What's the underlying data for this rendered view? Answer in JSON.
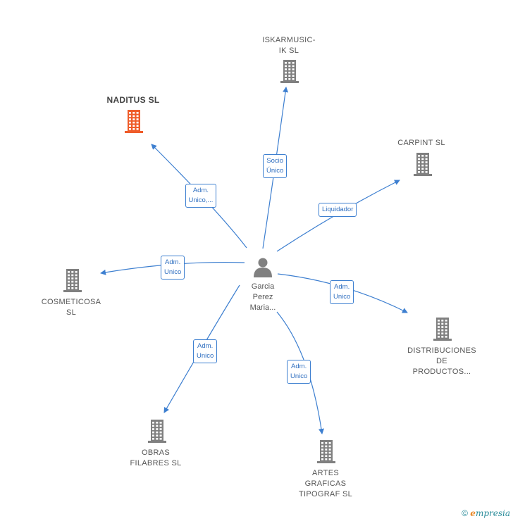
{
  "colors": {
    "edge": "#3d7fd0",
    "building": "#808080",
    "building_highlight": "#ef5c2a",
    "person": "#808080"
  },
  "person": {
    "icon": "person-icon",
    "label": "Garcia\nPerez\nMaria..."
  },
  "companies": [
    {
      "id": "naditus",
      "label": "NADITUS  SL",
      "icon": "building-icon",
      "highlight": true
    },
    {
      "id": "iskarmusic",
      "label": "ISKARMUSIC-\nIK  SL",
      "icon": "building-icon",
      "highlight": false
    },
    {
      "id": "carpint",
      "label": "CARPINT  SL",
      "icon": "building-icon",
      "highlight": false
    },
    {
      "id": "cosmeticosa",
      "label": "COSMETICOSA\nSL",
      "icon": "building-icon",
      "highlight": false
    },
    {
      "id": "distribuciones",
      "label": "DISTRIBUCIONES\nDE\nPRODUCTOS...",
      "icon": "building-icon",
      "highlight": false
    },
    {
      "id": "obras",
      "label": "OBRAS\nFILABRES  SL",
      "icon": "building-icon",
      "highlight": false
    },
    {
      "id": "artes",
      "label": "ARTES\nGRAFICAS\nTIPOGRAF SL",
      "icon": "building-icon",
      "highlight": false
    }
  ],
  "relations": [
    {
      "to": "naditus",
      "label": "Adm.\nUnico,..."
    },
    {
      "to": "iskarmusic",
      "label": "Socio\nÚnico"
    },
    {
      "to": "carpint",
      "label": "Liquidador"
    },
    {
      "to": "cosmeticosa",
      "label": "Adm.\nUnico"
    },
    {
      "to": "distribuciones",
      "label": "Adm.\nUnico"
    },
    {
      "to": "obras",
      "label": "Adm.\nUnico"
    },
    {
      "to": "artes",
      "label": "Adm.\nUnico"
    }
  ],
  "footer": {
    "copyright": "©",
    "brand_e": "e",
    "brand_rest": "mpresia"
  }
}
